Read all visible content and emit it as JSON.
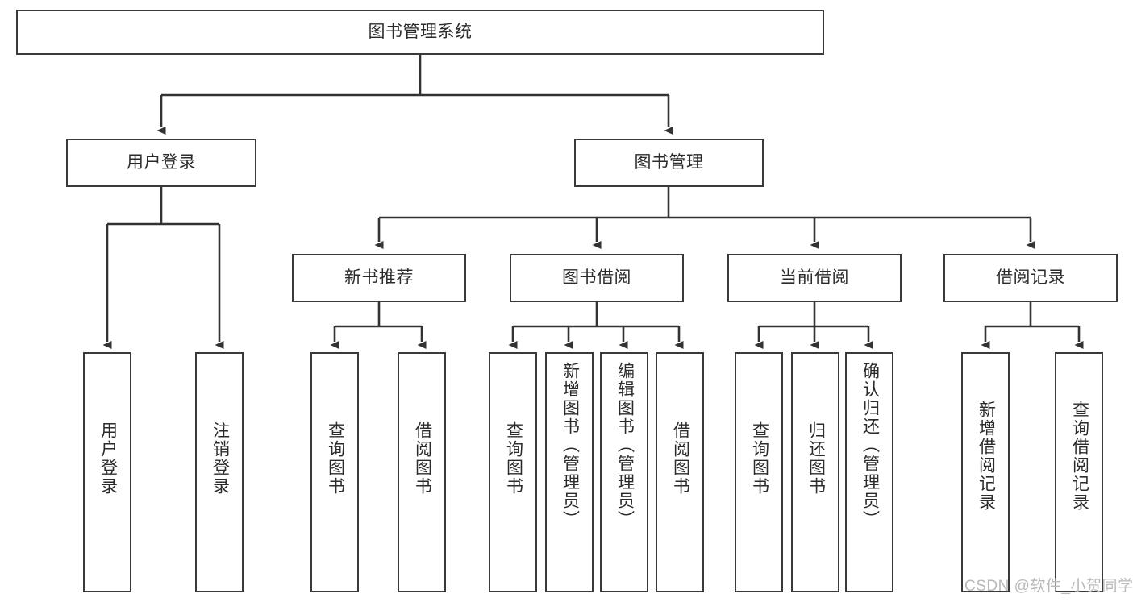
{
  "diagram": {
    "type": "tree",
    "title": "图书管理系统",
    "root": {
      "label": "图书管理系统"
    },
    "level2": [
      {
        "label": "用户登录"
      },
      {
        "label": "图书管理"
      }
    ],
    "level3": [
      {
        "label": "新书推荐"
      },
      {
        "label": "图书借阅"
      },
      {
        "label": "当前借阅"
      },
      {
        "label": "借阅记录"
      }
    ],
    "leaves": {
      "user_login": [
        {
          "label": "用户登录"
        },
        {
          "label": "注销登录"
        }
      ],
      "new_book_recommend": [
        {
          "label": "查询图书"
        },
        {
          "label": "借阅图书"
        }
      ],
      "book_borrow": [
        {
          "label": "查询图书"
        },
        {
          "label": "新增图书（管理员）"
        },
        {
          "label": "编辑图书（管理员）"
        },
        {
          "label": "借阅图书"
        }
      ],
      "current_borrow": [
        {
          "label": "查询图书"
        },
        {
          "label": "归还图书"
        },
        {
          "label": "确认归还（管理员）"
        }
      ],
      "borrow_records": [
        {
          "label": "新增借阅记录"
        },
        {
          "label": "查询借阅记录"
        }
      ]
    }
  },
  "watermark": {
    "text": "CSDN @软件_小贺同学"
  },
  "colors": {
    "background": "#ffffff",
    "border": "#3a3a3a",
    "text": "#2b2b2b",
    "connector": "#333333",
    "watermark": "#b9b9b9"
  }
}
